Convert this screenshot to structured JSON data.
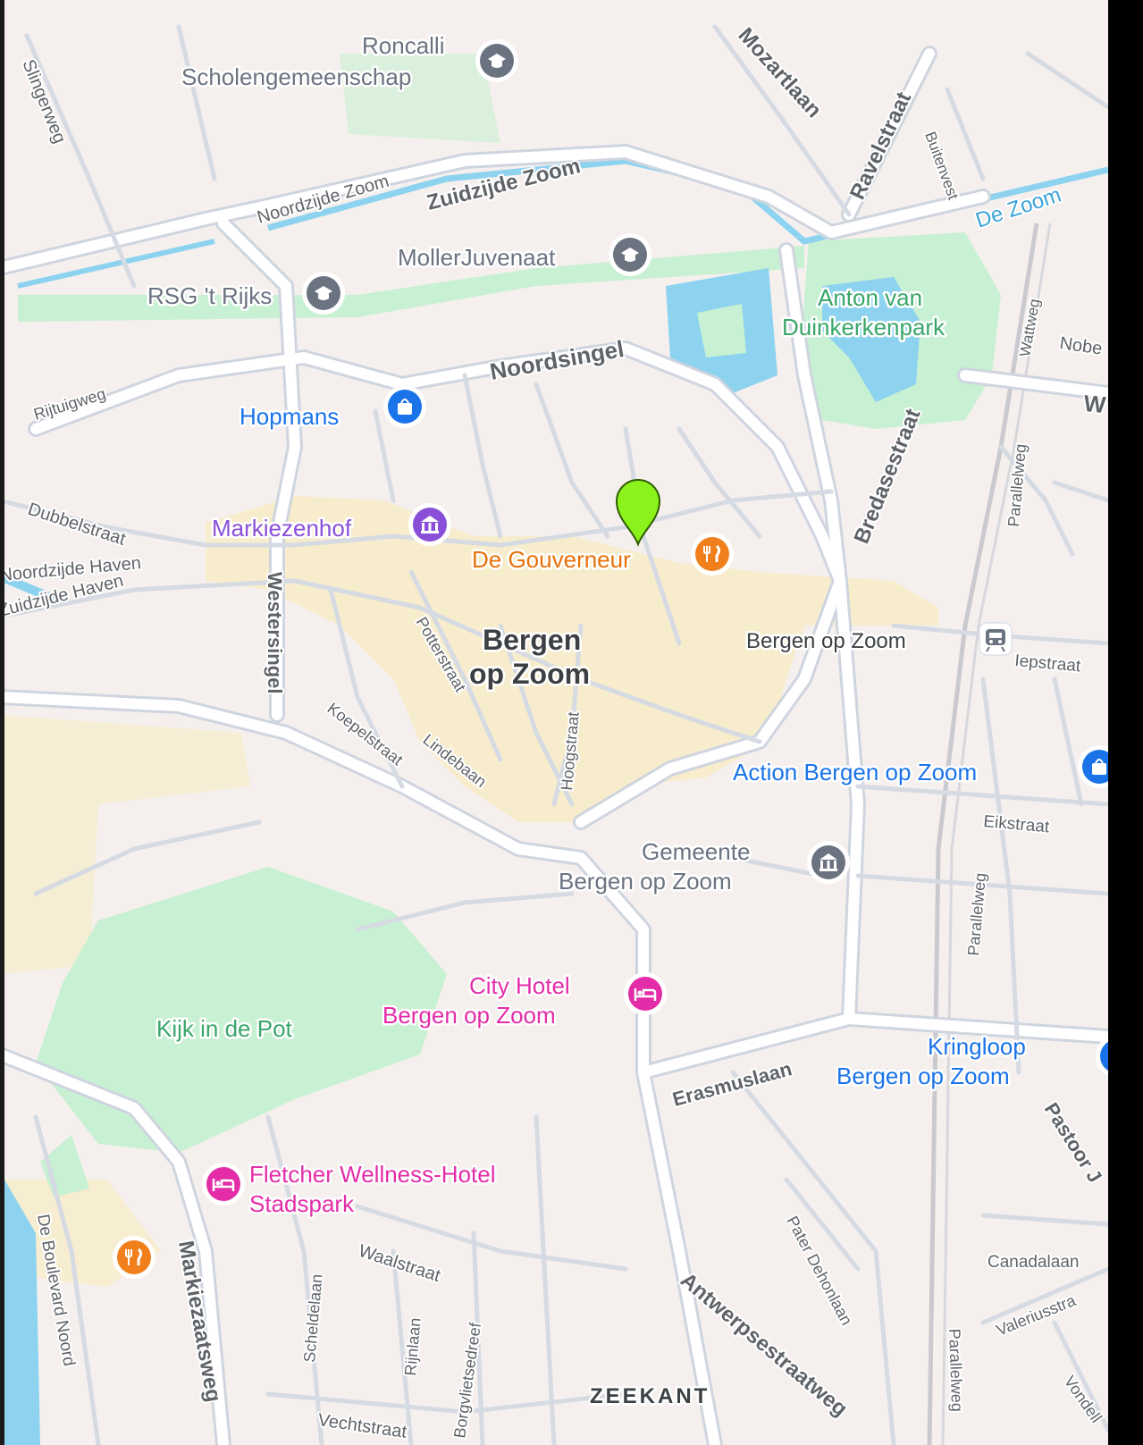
{
  "map": {
    "city_label_line1": "Bergen",
    "city_label_line2": "op Zoom",
    "district_label": "ZEEKANT",
    "colors": {
      "land": "#f5f0ee",
      "road": "#ffffff",
      "road_casing": "#cfd5df",
      "water": "#8dd3f0",
      "park": "#c8f0d2",
      "center": "#f7ecc9",
      "school": "#6b7280",
      "shop": "#1a73e8",
      "food": "#f07f1c",
      "hotel": "#e32ca8",
      "museum": "#8a4fd8",
      "pin": "#8cf21b"
    },
    "streets": {
      "slingerweg": "Slingerweg",
      "noordzijde_zoom": "Noordzijde Zoom",
      "zuidzijde_zoom": "Zuidzijde Zoom",
      "mozartlaan": "Mozartlaan",
      "ravelstraat": "Ravelstraat",
      "buitenvest": "Buitenvest",
      "de_zoom": "De Zoom",
      "wattweg": "Wattweg",
      "nobe": "Nobe",
      "w": "W",
      "noordsingel": "Noordsingel",
      "rijtuigweg": "Rijtuigweg",
      "bredasestraat": "Bredasestraat",
      "parallelweg_top": "Parallelweg",
      "dubbelstraat": "Dubbelstraat",
      "noordzijde_haven": "Noordzijde Haven",
      "zuidzijde_haven": "Zuidzijde Haven",
      "westersingel": "Westersingel",
      "potterstraat": "Potterstraat",
      "hoogstraat": "Hoogstraat",
      "koepelstraat": "Koepelstraat",
      "lindebaan": "Lindebaan",
      "iepstraat": "Iepstraat",
      "eikstraat": "Eikstraat",
      "parallelweg_mid": "Parallelweg",
      "erasmuslaan": "Erasmuslaan",
      "pastoor": "Pastoor J",
      "canadalaan": "Canadalaan",
      "valeriusstraat": "Valeriusstra",
      "vondel": "Vondell",
      "parallelweg_bottom": "Parallelweg",
      "pater_dehonlaan": "Pater Dehonlaan",
      "antwerpsestraatweg": "Antwerpsestraatweg",
      "waalstraat": "Waalstraat",
      "scheldelaan": "Scheldelaan",
      "rijnlaan": "Rijnlaan",
      "borgvlietsedreef": "Borgvlietsedreef",
      "vechtstraat": "Vechtstraat",
      "markiezaatsweg": "Markiezaatsweg",
      "de_boulevard_noord": "De Boulevard Noord"
    },
    "places": {
      "roncalli_1": "Roncalli",
      "roncalli_2": "Scholengemeenschap",
      "moller": "MollerJuvenaat",
      "rsg": "RSG 't Rijks",
      "anton_1": "Anton van",
      "anton_2": "Duinkerkenpark",
      "hopmans": "Hopmans",
      "markiezenhof": "Markiezenhof",
      "gouverneur": "De Gouverneur",
      "station": "Bergen op Zoom",
      "action": "Action Bergen op Zoom",
      "gemeente_1": "Gemeente",
      "gemeente_2": "Bergen op Zoom",
      "cityhotel_1": "City Hotel",
      "cityhotel_2": "Bergen op Zoom",
      "kijk": "Kijk in de Pot",
      "kringloop_1": "Kringloop",
      "kringloop_2": "Bergen op Zoom",
      "fletcher_1": "Fletcher Wellness-Hotel",
      "fletcher_2": "Stadspark"
    },
    "icons": {
      "school": "graduation-cap-icon",
      "shop": "shopping-bag-icon",
      "food": "fork-knife-icon",
      "hotel": "bed-icon",
      "museum": "museum-icon",
      "government": "government-building-icon",
      "train": "train-icon",
      "pin": "map-pin-icon"
    }
  }
}
